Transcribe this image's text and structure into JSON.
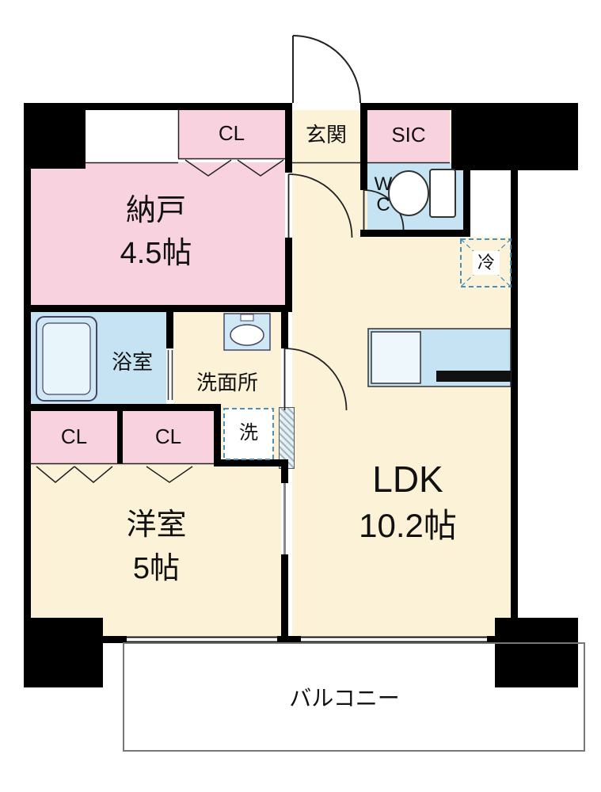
{
  "rooms": {
    "closet_top": {
      "label": "CL"
    },
    "entrance": {
      "label": "玄関"
    },
    "shoe_closet": {
      "label": "SIC"
    },
    "storage": {
      "label": "納戸",
      "size": "4.5帖"
    },
    "toilet": {
      "line1": "W",
      "line2": "C"
    },
    "fridge": {
      "label": "冷"
    },
    "bathroom": {
      "label": "浴室"
    },
    "washroom": {
      "label": "洗面所"
    },
    "laundry": {
      "label": "洗"
    },
    "closet_a": {
      "label": "CL"
    },
    "closet_b": {
      "label": "CL"
    },
    "western_room": {
      "label": "洋室",
      "size": "5帖"
    },
    "ldk": {
      "label": "LDK",
      "size": "10.2帖"
    },
    "balcony": {
      "label": "バルコニー"
    }
  },
  "colors": {
    "pink": "#f8d2de",
    "cream": "#fbf2d8",
    "blue": "#c5e3f2",
    "wall": "#000000",
    "fixture_blue": "#cfe8f4",
    "dash_blue": "#4a90b8"
  }
}
